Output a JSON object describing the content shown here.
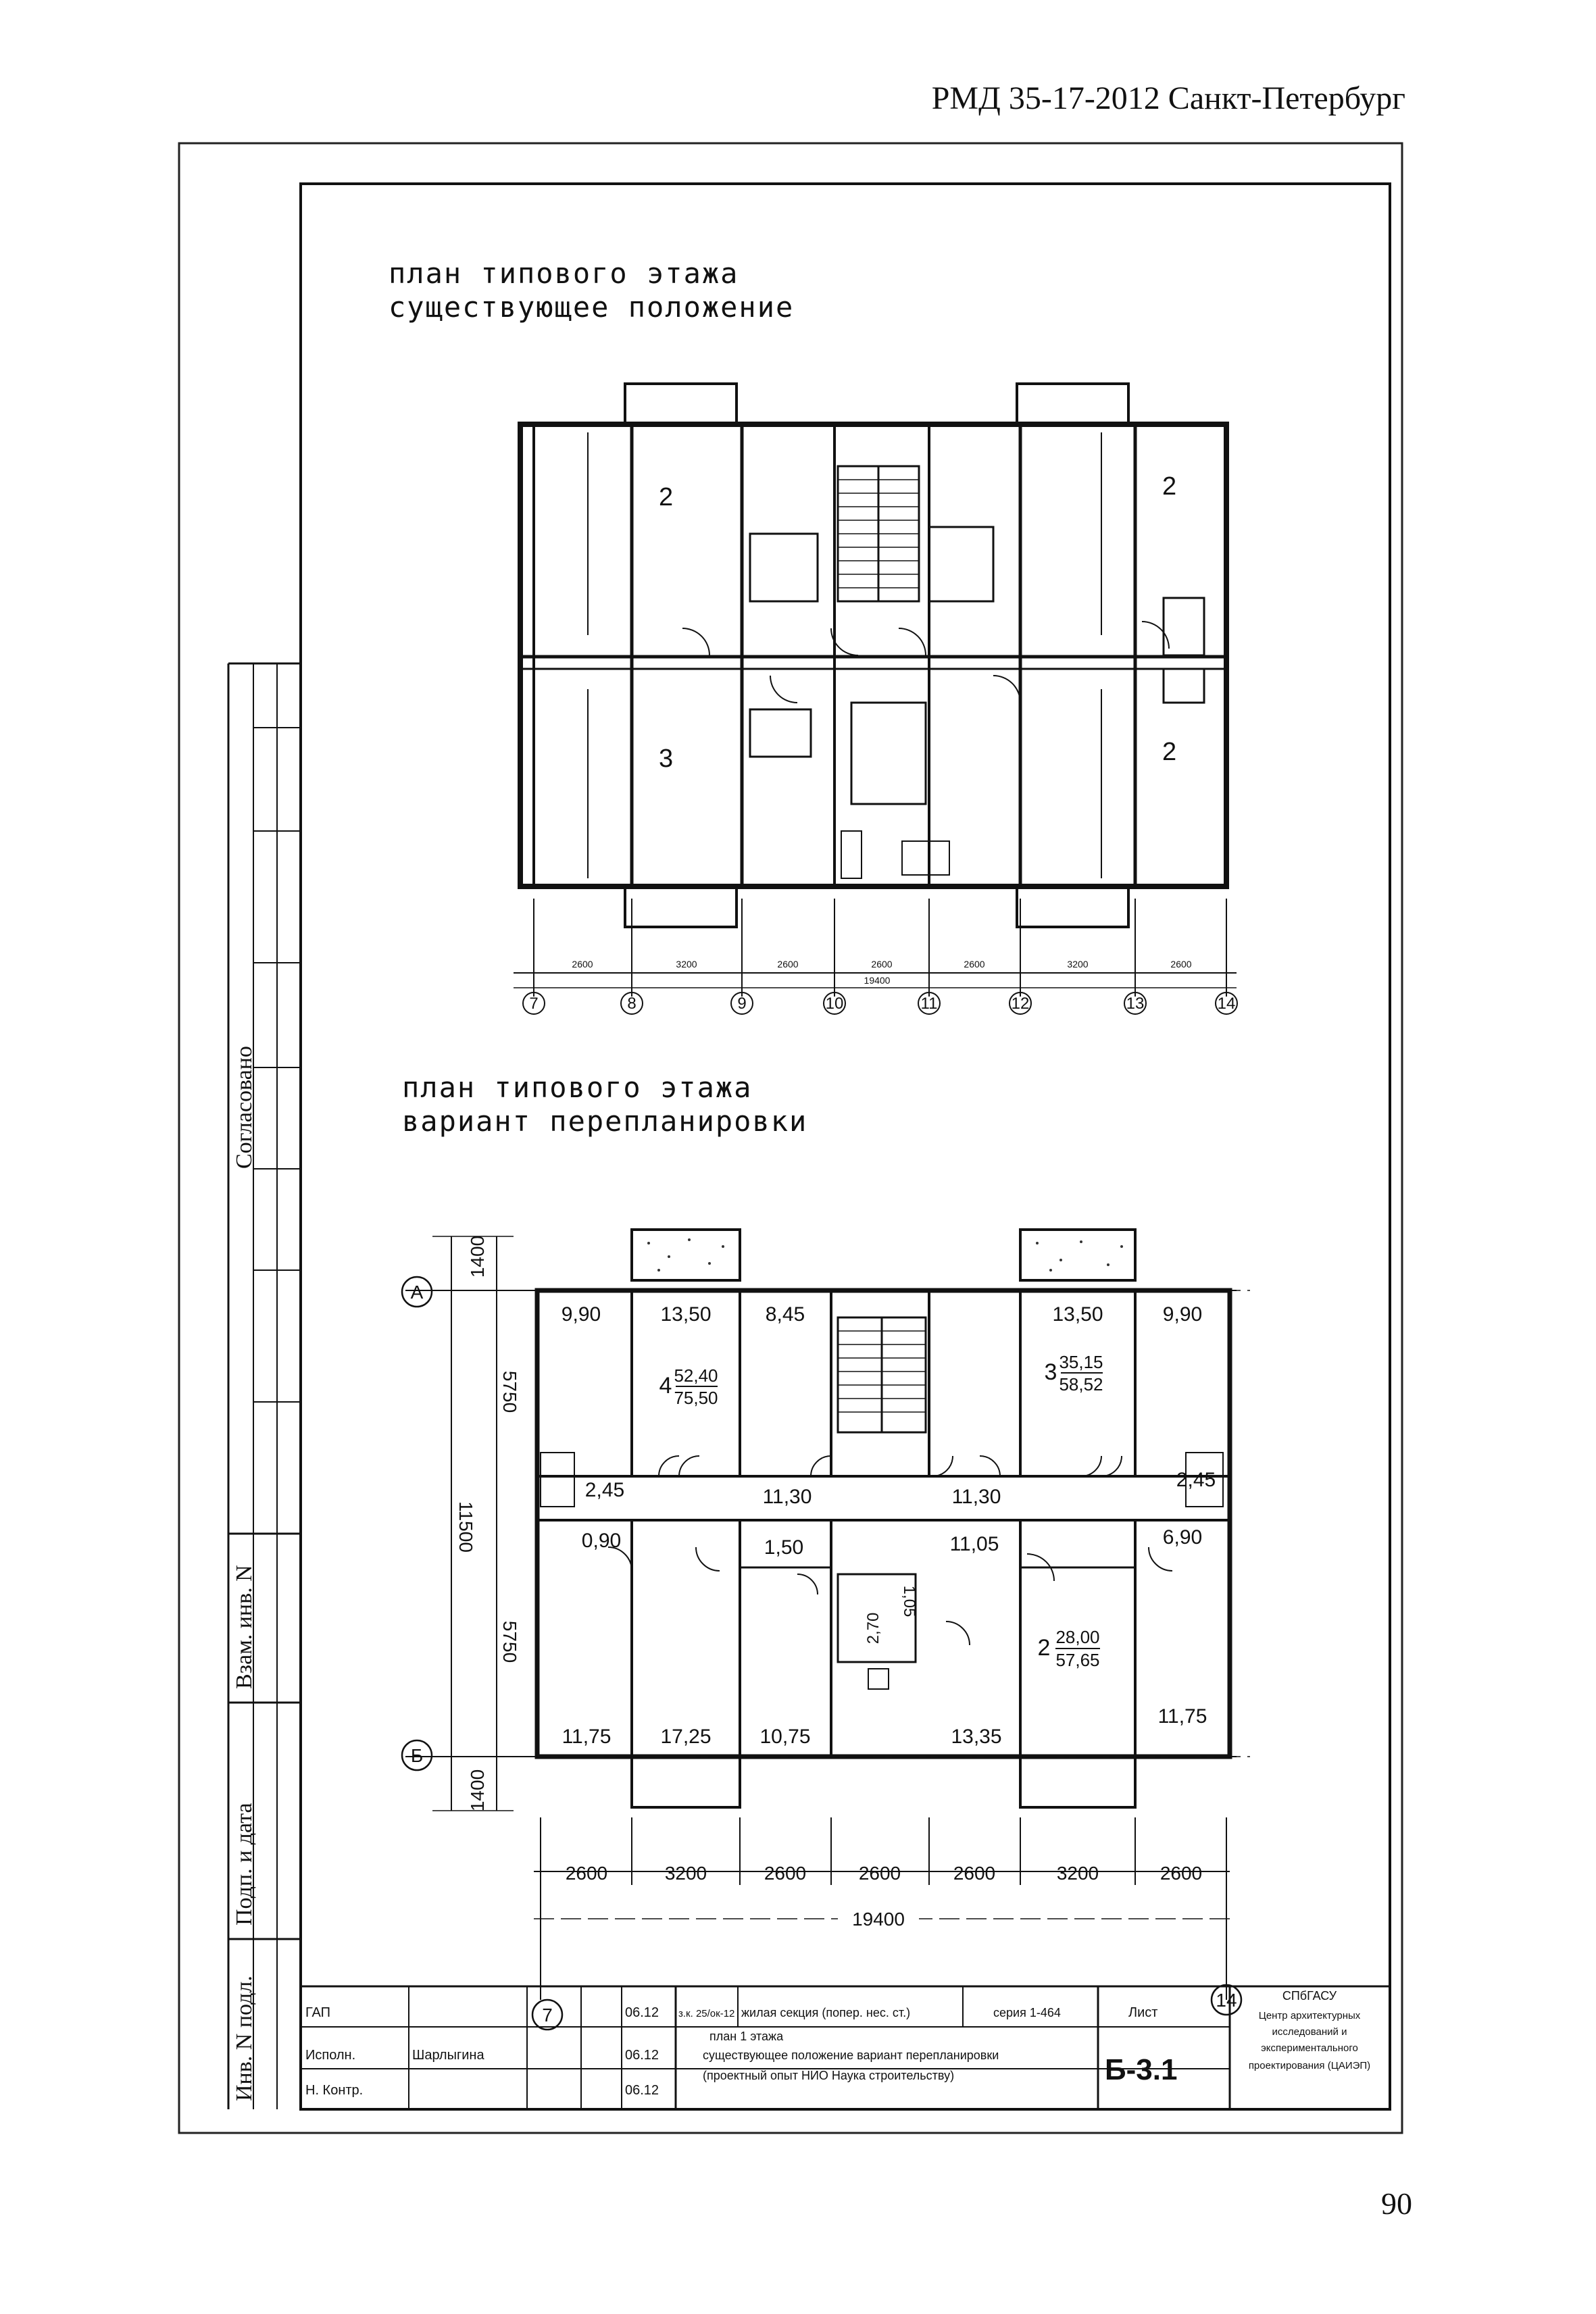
{
  "header": {
    "title": "РМД 35-17-2012 Санкт-Петербург"
  },
  "page_number": "90",
  "plan_existing": {
    "caption_line1": "план типового этажа",
    "caption_line2": "существующее положение",
    "room_counts": [
      "2",
      "3",
      "2",
      "2"
    ],
    "bottom_dims": [
      "2600",
      "3200",
      "2600",
      "2600",
      "2600",
      "3200",
      "2600"
    ],
    "total": "19400",
    "axes": [
      "7",
      "8",
      "9",
      "10",
      "11",
      "12",
      "13",
      "14"
    ]
  },
  "plan_variant": {
    "caption_line1": "план типового этажа",
    "caption_line2": "вариант перепланировки",
    "axis_a": "А",
    "axis_b": "Б",
    "axis_left": "7",
    "axis_right": "14",
    "top_areas": [
      "9,90",
      "13,50",
      "8,45",
      "13,50",
      "9,90"
    ],
    "apt4": {
      "num": "4",
      "living": "52,40",
      "total": "75,50"
    },
    "apt3": {
      "num": "3",
      "living": "35,15",
      "total": "58,52"
    },
    "apt2": {
      "num": "2",
      "living": "28,00",
      "total": "57,65"
    },
    "corridor_areas": [
      "2,45",
      "11,30",
      "11,30",
      "2,45"
    ],
    "mid_areas": [
      "0,90",
      "1,50",
      "11,05",
      "6,90"
    ],
    "bath_areas": [
      "2,70",
      "1,05"
    ],
    "bottom_areas": [
      "11,75",
      "17,25",
      "10,75",
      "13,35",
      "11,75"
    ],
    "dim_left_total": "11500",
    "dim_left_top": "5750",
    "dim_left_bottom": "5750",
    "dim_top": "1400",
    "dim_bottom": "1400",
    "bottom_dims": [
      "2600",
      "3200",
      "2600",
      "2600",
      "2600",
      "3200",
      "2600"
    ],
    "total": "19400"
  },
  "side_stamp": {
    "agreed": "Согласовано",
    "vzam": "Взам. инв. N",
    "podp_data": "Подп. и дата",
    "inv_podl": "Инв. N подл."
  },
  "title_block": {
    "row1_role": "ГАП",
    "row2_role": "Исполн.",
    "row2_name": "Шарлыгина",
    "row3_role": "Н. Контр.",
    "date1": "06.12",
    "date2": "06.12",
    "date3": "06.12",
    "order": "з.к. 25/ок-12",
    "object": "жилая секция (попер. нес. ст.)",
    "series": "серия 1-464",
    "sheet_label": "Лист",
    "sheet": "Б-3.1",
    "desc_line1": "план 1 этажа",
    "desc_line2": "существующее положение вариант перепланировки",
    "desc_line3": "(проектный опыт НИО Наука строительству)",
    "org_line1": "СПбГАСУ",
    "org_line2": "Центр архитектурных",
    "org_line3": "исследований и",
    "org_line4": "экспериментального",
    "org_line5": "проектирования (ЦАИЭП)"
  }
}
